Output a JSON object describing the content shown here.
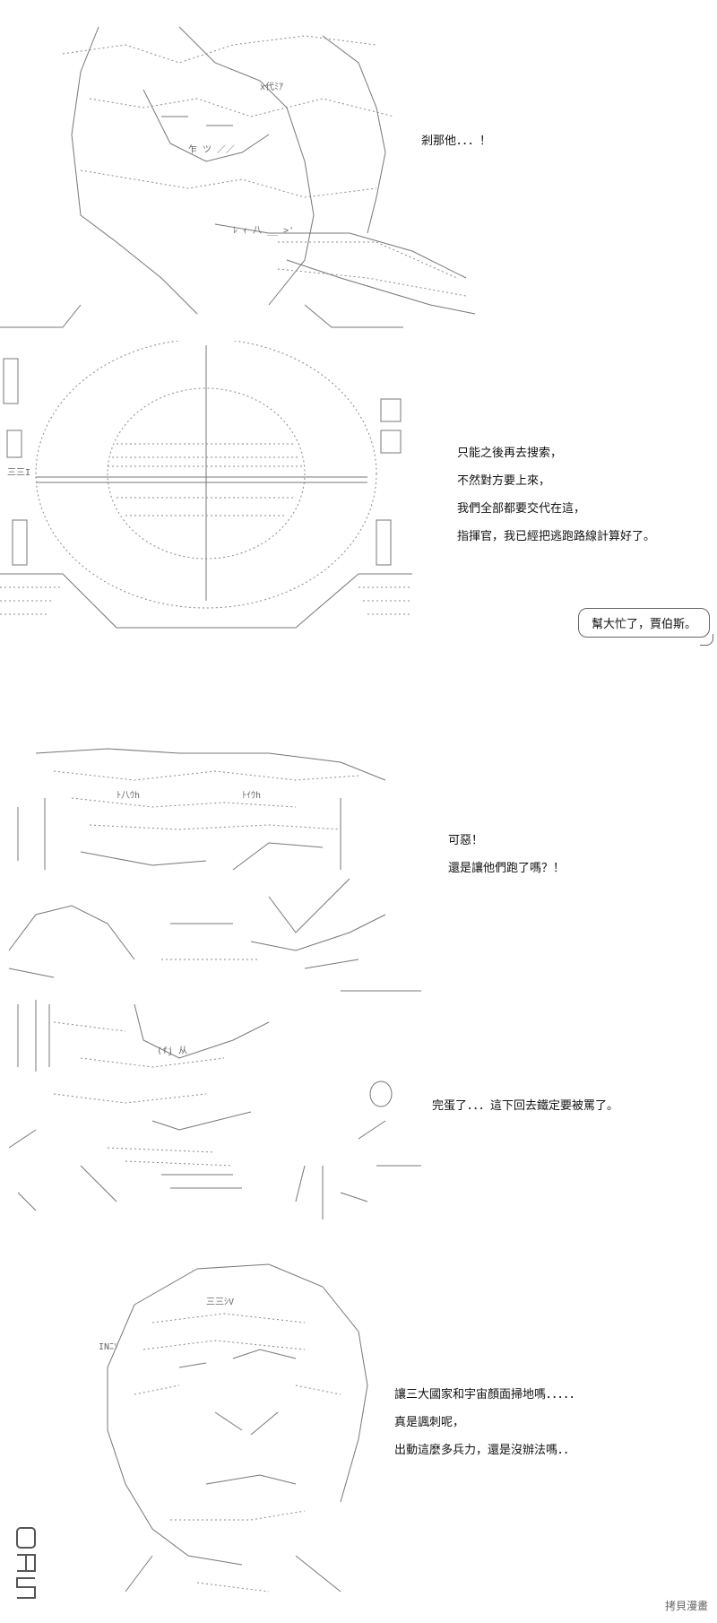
{
  "panels": [
    {
      "id": "panel-1",
      "lines": [
        "剎那他．．．！"
      ]
    },
    {
      "id": "panel-2",
      "lines": [
        "只能之後再去搜索，",
        "不然對方要上來，",
        "我們全部都要交代在這，",
        "指揮官，我已經把逃跑路線計算好了。"
      ],
      "bubble": "幫大忙了，賈伯斯。"
    },
    {
      "id": "panel-3",
      "lines": [
        "可惡！",
        "還是讓他們跑了嗎？！"
      ]
    },
    {
      "id": "panel-4",
      "lines": [
        "完蛋了．．．這下回去鐵定要被罵了。"
      ]
    },
    {
      "id": "panel-5",
      "lines": [
        "讓三大國家和宇宙顏面掃地嗎．．．．．",
        "真是諷刺呢，",
        "出動這麼多兵力，還是沒辦法嗎．．"
      ]
    }
  ],
  "watermark": "拷貝漫畫",
  "logo_text": "DM5"
}
